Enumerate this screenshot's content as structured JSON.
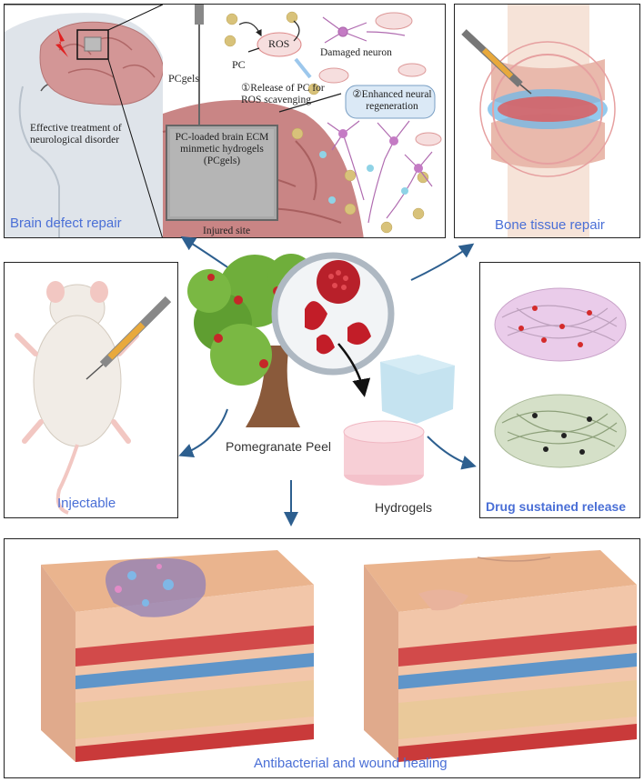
{
  "panels": {
    "brain": {
      "caption": "Brain defect repair",
      "effective_treatment": "Effective treatment of neurological disorder",
      "pcgels": "PCgels",
      "ros": "ROS",
      "pc": "PC",
      "damaged_neuron": "Damaged neuron",
      "step1": "①Release of PC for ROS scavenging",
      "step2": "②Enhanced neural regeneration",
      "pcgel_box": "PC-loaded brain ECM minmetic hydrogels (PCgels)",
      "injured_site": "Injured site"
    },
    "bone": {
      "caption": "Bone tissue repair"
    },
    "injectable": {
      "caption": "Injectable"
    },
    "drug": {
      "caption": "Drug sustained release"
    },
    "wound": {
      "caption": "Antibacterial and wound healing"
    }
  },
  "center": {
    "pomegranate_label": "Pomegranate Peel",
    "hydrogels_label": "Hydrogels"
  },
  "colors": {
    "caption": "#4a6fd6",
    "arrow": "#2d5f8f",
    "brain": "#c98585",
    "skin": "#e9a37f"
  },
  "icons": [
    "lightning-icon",
    "syringe-icon",
    "tree-icon",
    "magnifier-icon",
    "pomegranate-icon",
    "rat-icon",
    "neuron-icon"
  ]
}
